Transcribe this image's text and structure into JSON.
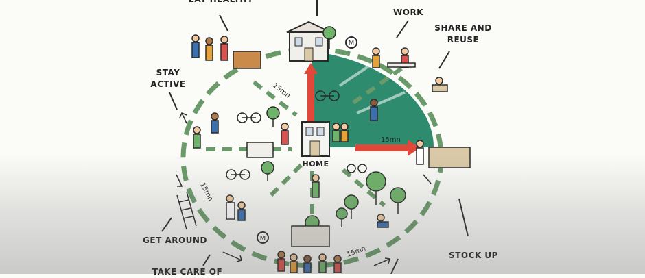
{
  "colors": {
    "accent_green": "#2e8b6e",
    "arrow_red": "#e0483a",
    "ink": "#2a2a2a",
    "dash_green": "#5a8a5a"
  },
  "labels": {
    "eat_healthy": "EAT HEALTHY",
    "work": "WORK",
    "share_and_reuse": "SHARE AND\nREUSE",
    "stay_active": "STAY\nACTIVE",
    "home": "HOME",
    "get_around": "GET AROUND",
    "stock_up": "STOCK UP",
    "take_care_of": "TAKE CARE OF"
  },
  "distance_labels": {
    "nw": "15mn",
    "e": "15mn",
    "w": "15mn",
    "s": "15mn"
  },
  "icons": [
    "metro-icon",
    "metro-icon",
    "house-icon",
    "tree-icon",
    "people-icon",
    "bicycle-icon"
  ]
}
